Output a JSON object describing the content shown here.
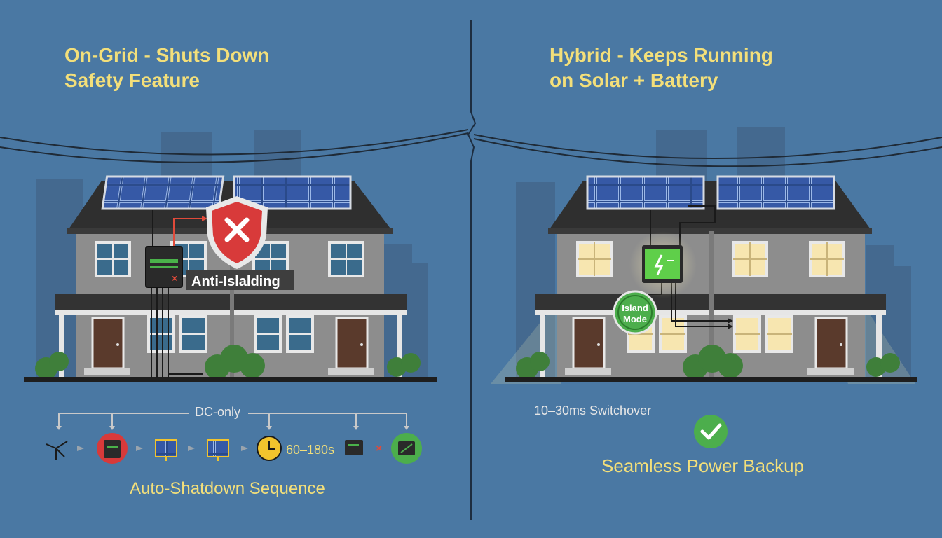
{
  "left": {
    "title_line1": "On-Grid - Shuts Down",
    "title_line2": "Safety Feature",
    "badge_label": "Anti-Islalding",
    "sequence_top_label": "DC-only",
    "sequence_time_label": "60–180s",
    "sequence_caption": "Auto-Shatdown Sequence"
  },
  "right": {
    "title_line1": "Hybrid - Keeps Running",
    "title_line2": "on Solar + Battery",
    "island_line1": "Island",
    "island_line2": "Mode",
    "switchover_label": "10–30ms Switchover",
    "caption": "Seamless Power Backup"
  },
  "colors": {
    "background": "#4a78a3",
    "title_yellow": "#f3df7a",
    "shield_red": "#d83a3a",
    "ok_green": "#4cae4c",
    "window_lit": "#f7e6b0",
    "wall": "#8d8d8d",
    "roof": "#2f2f2f",
    "panel": "#2a4a8a"
  },
  "icons": [
    "wind-turbine-icon",
    "inverter-icon",
    "solar-panel-icon",
    "clock-icon",
    "check-icon",
    "shield-x-icon",
    "battery-inverter-icon"
  ]
}
